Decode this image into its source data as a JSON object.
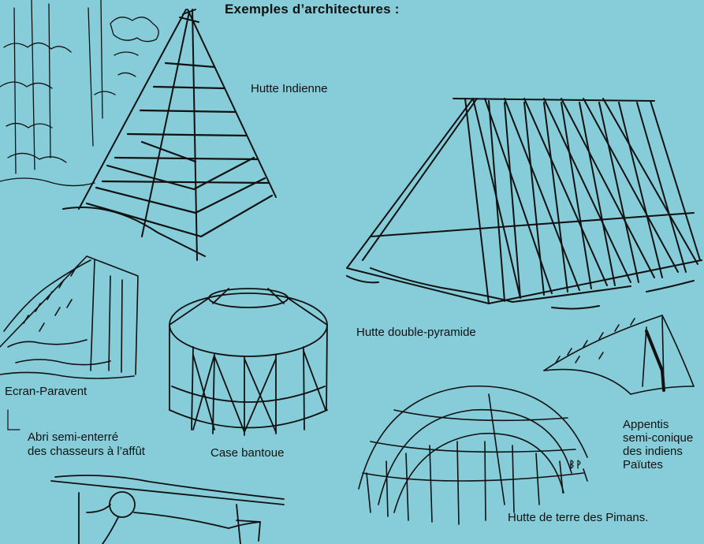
{
  "title": "Exemples d’architectures :",
  "labels": {
    "hutte_indienne": "Hutte Indienne",
    "hutte_double_pyramide": "Hutte double-pyramide",
    "ecran_paravent": "Ecran-Paravent",
    "abri_line1": "Abri semi-enterré",
    "abri_line2": "des chasseurs à l’affût",
    "case_bantoue": "Case bantoue",
    "appentis_line1": "Appentis",
    "appentis_line2": "semi-conique",
    "appentis_line3": "des indiens",
    "appentis_line4": "Païutes",
    "hutte_pimans": "Hutte de terre des Pimans."
  },
  "colors": {
    "background": "#86cdd9",
    "ink": "#111111"
  }
}
